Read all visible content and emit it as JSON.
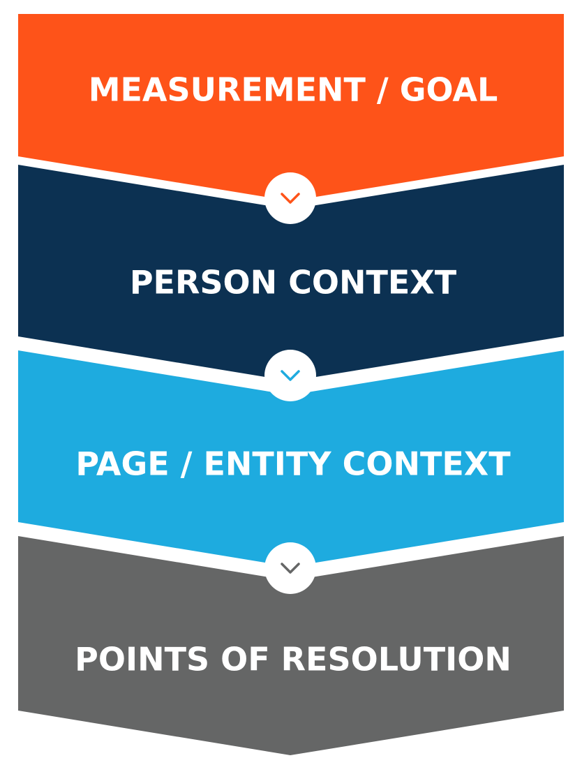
{
  "stages": [
    {
      "label": "MEASUREMENT / GOAL",
      "color": "#fe5319"
    },
    {
      "label": "PERSON CONTEXT",
      "color": "#0c3152"
    },
    {
      "label": "PAGE / ENTITY CONTEXT",
      "color": "#1eabdf"
    },
    {
      "label": "POINTS OF RESOLUTION",
      "color": "#656666"
    }
  ],
  "connectors": [
    {
      "icon": "chevron-down-icon",
      "color": "#fe5319"
    },
    {
      "icon": "chevron-down-icon",
      "color": "#1eabdf"
    },
    {
      "icon": "chevron-down-icon",
      "color": "#656666"
    }
  ]
}
